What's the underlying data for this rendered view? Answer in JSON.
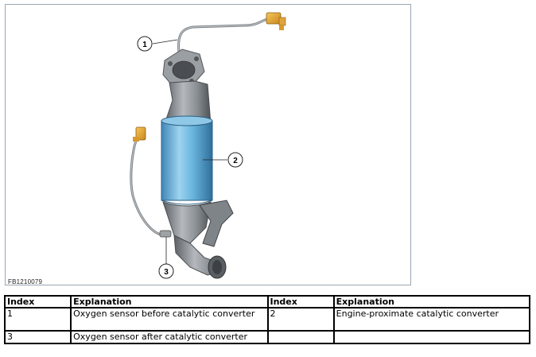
{
  "figure": {
    "code": "FB1210079",
    "callouts": [
      "1",
      "2",
      "3"
    ]
  },
  "table": {
    "headers": [
      "Index",
      "Explanation",
      "Index",
      "Explanation"
    ],
    "rows": [
      [
        "1",
        "Oxygen sensor before catalytic converter",
        "2",
        "Engine-proximate catalytic converter"
      ],
      [
        "3",
        "Oxygen sensor after catalytic converter",
        "",
        ""
      ]
    ]
  },
  "colors": {
    "converter_blue": "#5fb0d8",
    "metal_gray": "#8a8f94",
    "connector_yellow": "#e3a93a"
  }
}
